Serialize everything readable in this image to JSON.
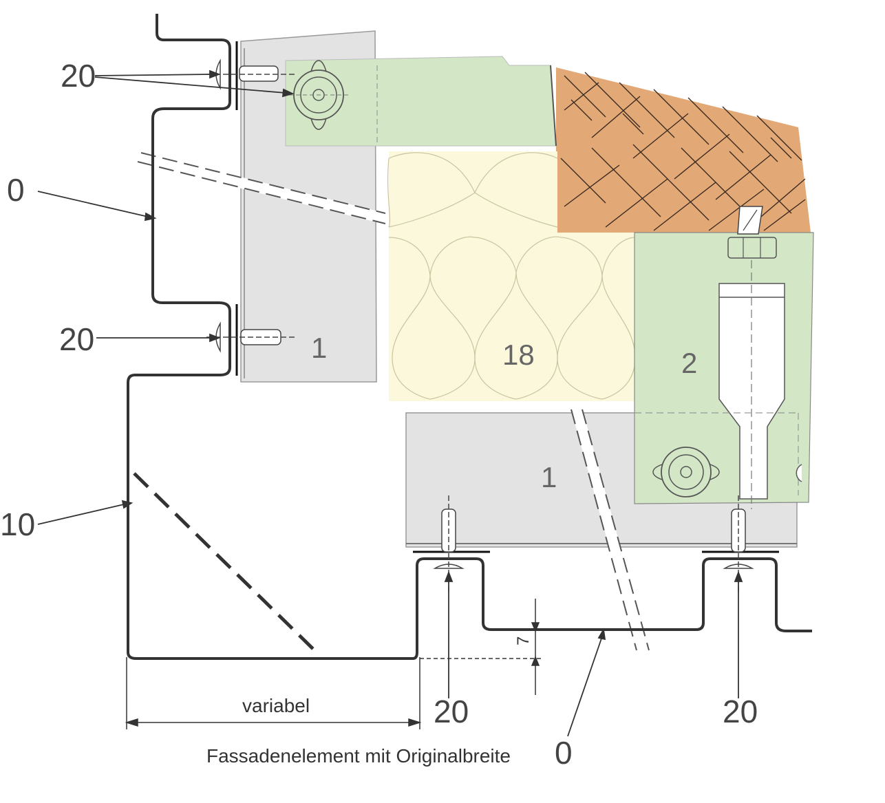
{
  "callouts": {
    "fastener_top": "20",
    "fastener_mid": "20",
    "fastener_bottom_left": "20",
    "fastener_bottom_right": "20",
    "profile_left": "0",
    "profile_bottom_left": "10"
  },
  "parts": {
    "bracket_upper": "1",
    "bracket_lower": "1",
    "insulation": "18",
    "console": "2"
  },
  "dimensions": {
    "width_label": "variabel",
    "depth_value": "7"
  },
  "caption": {
    "text": "Fassadenelement mit Originalbreite",
    "ref": "0"
  },
  "colors": {
    "green": "#d3e7c6",
    "grey": "#e3e3e3",
    "insulation": "#fbf8dc",
    "brick": "#e2a876",
    "line": "#333333"
  }
}
